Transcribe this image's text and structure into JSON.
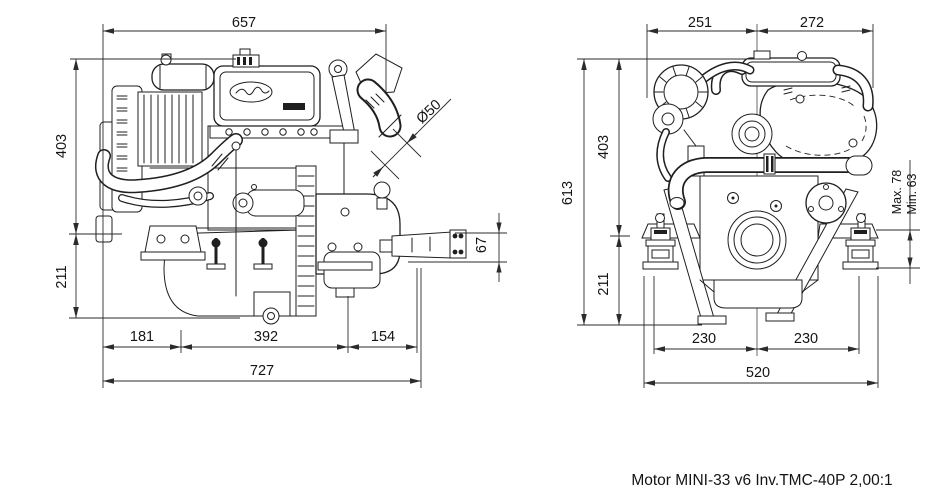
{
  "caption": "Motor MINI-33 v6 Inv.TMC-40P 2,00:1",
  "colors": {
    "line": "#1f1f1f",
    "background": "#ffffff"
  },
  "side_view": {
    "dims": {
      "top_width": "657",
      "upper_height": "403",
      "lower_height": "211",
      "hose_diameter": "Ø50",
      "coupling_height": "67",
      "front_length": "181",
      "mid_length": "392",
      "rear_length": "154",
      "overall_length": "727"
    }
  },
  "front_view": {
    "dims": {
      "left_width": "251",
      "right_width": "272",
      "overall_height": "613",
      "upper_height": "403",
      "lower_height": "211",
      "foot_max": "Max. 78",
      "foot_min": "Min. 63",
      "foot_left_spacing": "230",
      "foot_right_spacing": "230",
      "foot_overall_width": "520"
    }
  }
}
